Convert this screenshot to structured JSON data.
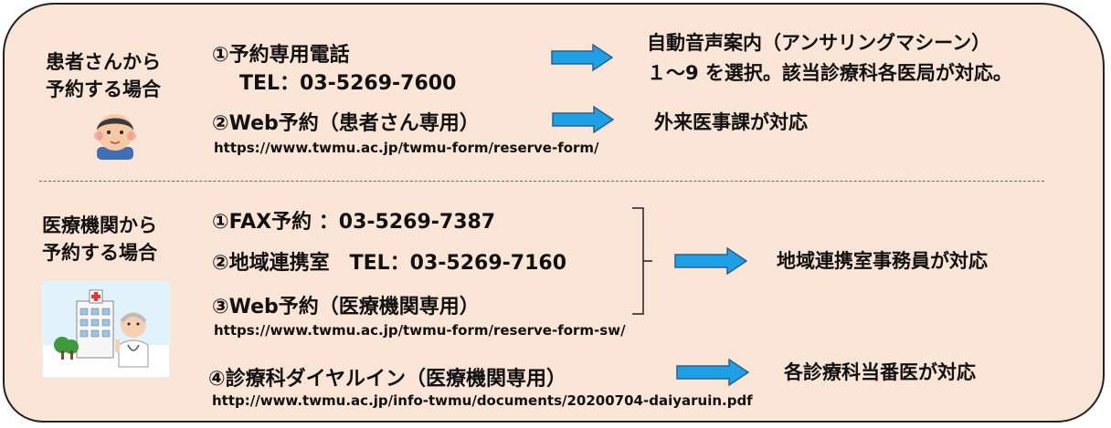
{
  "patient": {
    "heading_line1": "患者さんから",
    "heading_line2": "予約する場合",
    "phone_label": "①予約専用電話",
    "phone_number": "TEL：03-5269-7600",
    "phone_result_line1": "自動音声案内（アンサリングマシーン）",
    "phone_result_line2": "１～9 を選択。該当診療科各医局が対応。",
    "web_label": "②Web予約（患者さん専用）",
    "web_result": "外来医事課が対応",
    "web_url": "https://www.twmu.ac.jp/twmu-form/reserve-form/"
  },
  "institution": {
    "heading_line1": "医療機関から",
    "heading_line2": "予約する場合",
    "fax_label": "①FAX予約 ：03-5269-7387",
    "office_label": "②地域連携室　TEL：03-5269-7160",
    "web_label": "③Web予約（医療機関専用）",
    "web_url": "https://www.twmu.ac.jp/twmu-form/reserve-form-sw/",
    "grouped_result": "地域連携室事務員が対応",
    "dialin_label": "④診療科ダイヤルイン（医療機関専用）",
    "dialin_result": "各診療科当番医が対応",
    "dialin_url": "http://www.twmu.ac.jp/info-twmu/documents/20200704-daiyaruin.pdf"
  },
  "colors": {
    "background": "#fbe5d6",
    "arrow": "#1ea0e6",
    "arrow_border": "#2f5f8a"
  },
  "icons": [
    "patient-illustration-icon",
    "hospital-doctor-illustration-icon",
    "right-arrow-icon"
  ]
}
